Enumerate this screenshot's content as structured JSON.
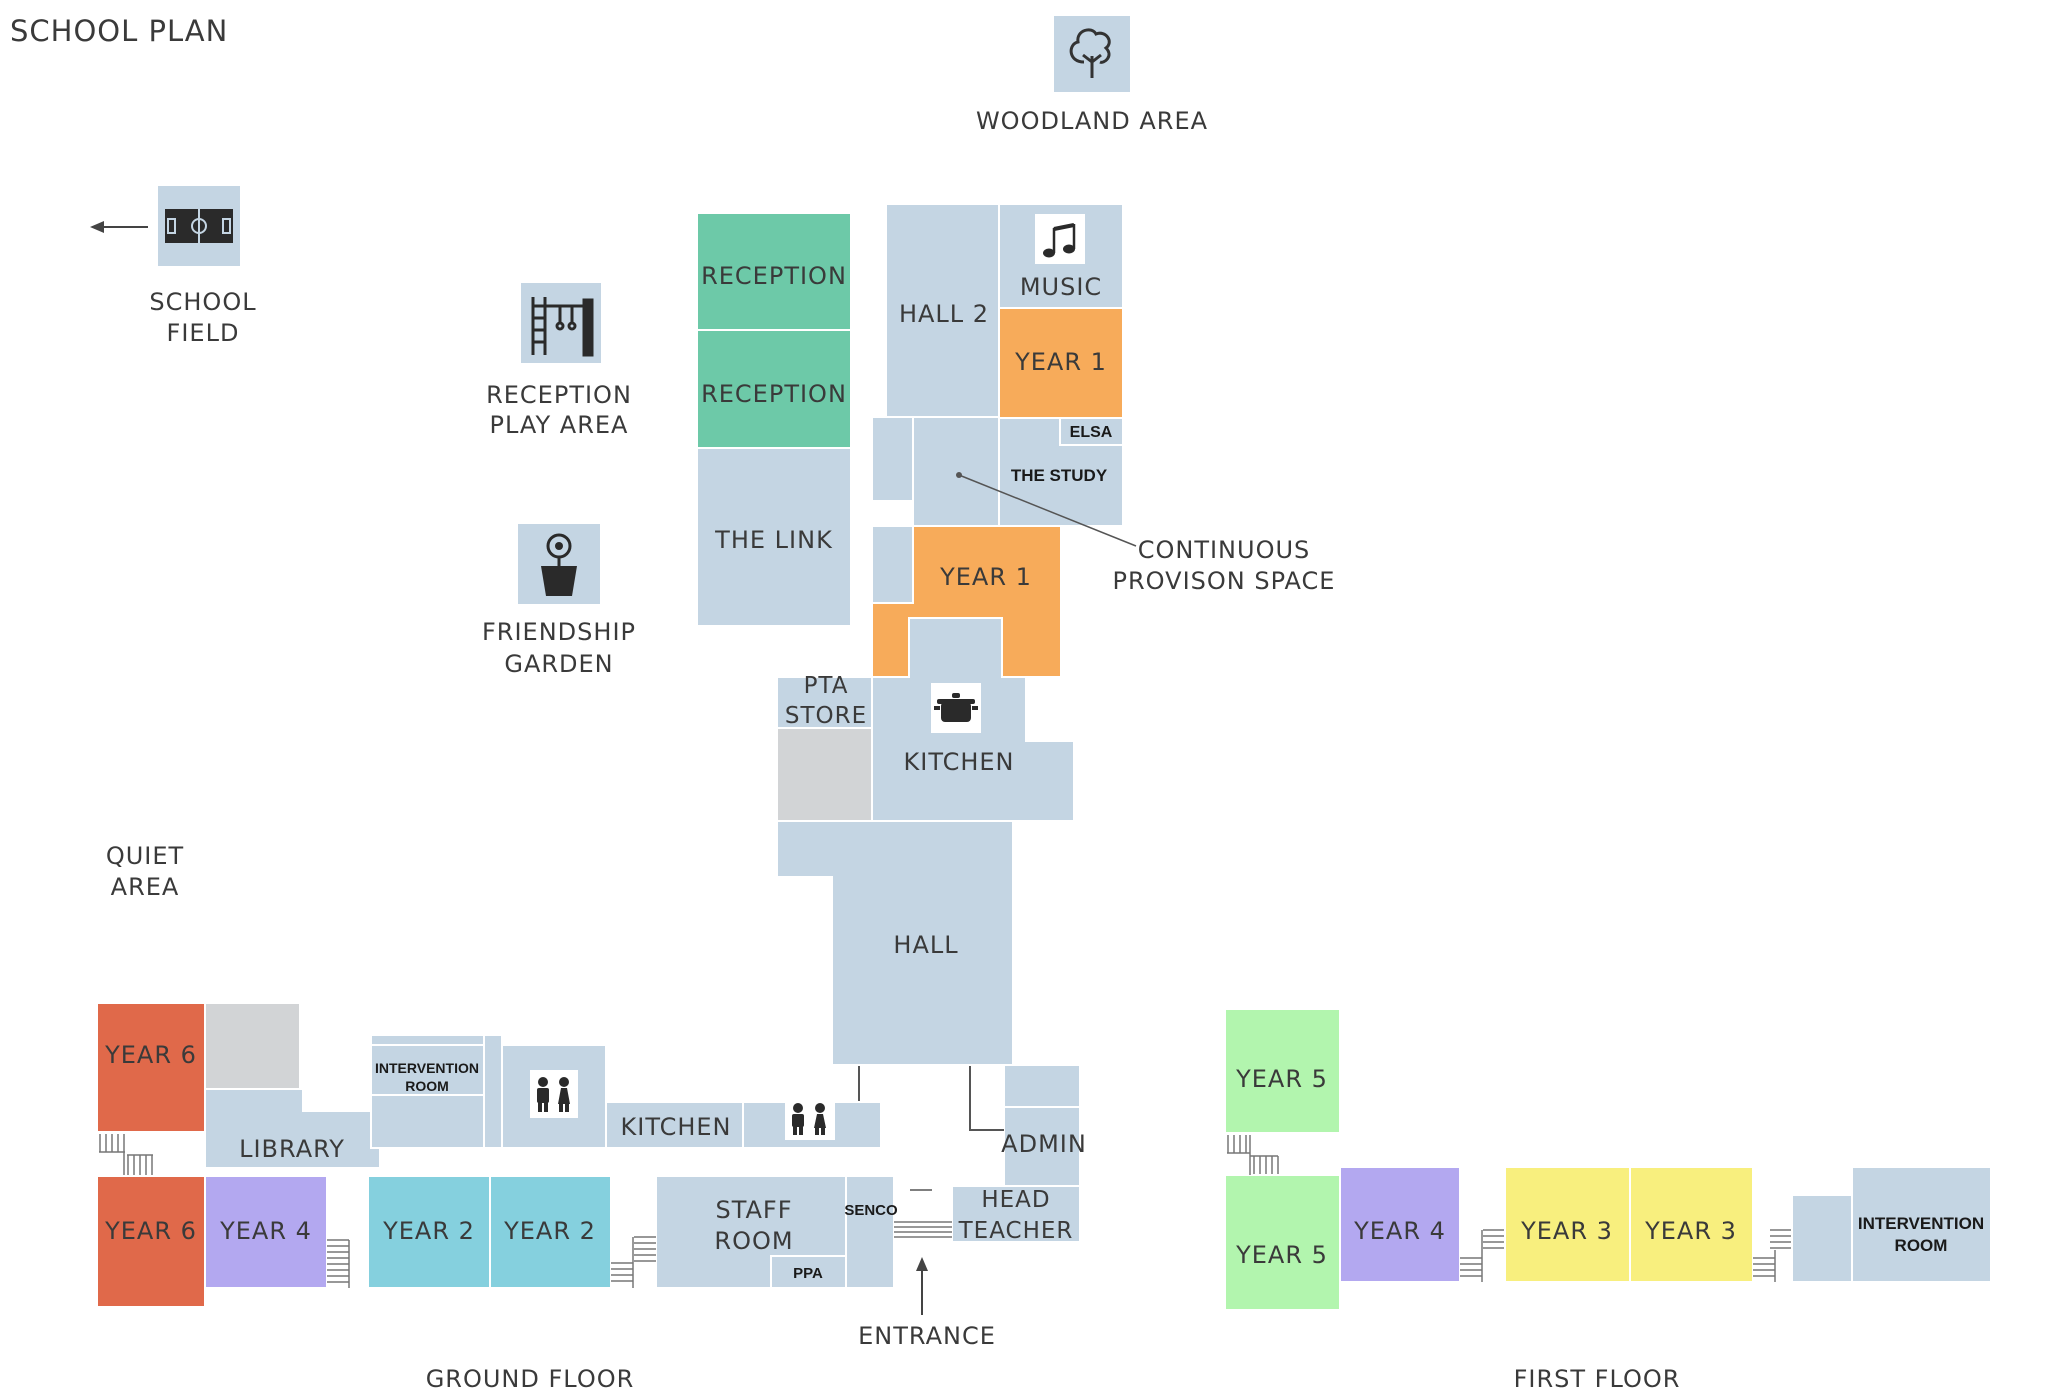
{
  "title": "SCHOOL PLAN",
  "colors": {
    "room": "#c4d5e3",
    "reception": "#6dc9a8",
    "year1": "#f7ab5a",
    "year6": "#e0694a",
    "year4": "#b3a8f0",
    "year2": "#85d0de",
    "year3": "#f8ef7e",
    "year5": "#b2f5ae",
    "store": "#d2d4d6",
    "icon_bg": "#c4d5e3",
    "text": "#3a3a3a"
  },
  "outdoor": {
    "woodland": {
      "label": "WOODLAND AREA",
      "icon": "tree-icon"
    },
    "school_field": {
      "line1": "SCHOOL",
      "line2": "FIELD",
      "icon": "football-pitch-icon"
    },
    "reception_play": {
      "line1": "RECEPTION",
      "line2": "PLAY AREA",
      "icon": "climbing-frame-icon"
    },
    "friendship_garden": {
      "line1": "FRIENDSHIP",
      "line2": "GARDEN",
      "icon": "flower-pot-icon"
    },
    "quiet_area": {
      "line1": "QUIET",
      "line2": "AREA"
    }
  },
  "rooms": {
    "reception_1": "RECEPTION",
    "reception_2": "RECEPTION",
    "the_link": "THE LINK",
    "hall_2": "HALL 2",
    "music": "MUSIC",
    "year1_top": "YEAR 1",
    "elsa": "ELSA",
    "the_study": "THE STUDY",
    "year1_mid": "YEAR 1",
    "pta_line1": "PTA",
    "pta_line2": "STORE",
    "kitchen_main": "KITCHEN",
    "hall": "HALL",
    "admin": "ADMIN",
    "head_line1": "HEAD",
    "head_line2": "TEACHER",
    "senco": "SENCO",
    "staff_line1": "STAFF",
    "staff_line2": "ROOM",
    "ppa": "PPA",
    "kitchen_small": "KITCHEN",
    "intervention_gf_line1": "INTERVENTION",
    "intervention_gf_line2": "ROOM",
    "library": "LIBRARY",
    "year6_top": "YEAR 6",
    "year6_bottom": "YEAR 6",
    "year4_gf": "YEAR 4",
    "year2_a": "YEAR 2",
    "year2_b": "YEAR 2",
    "year5_top": "YEAR 5",
    "year5_bottom": "YEAR 5",
    "year4_ff": "YEAR 4",
    "year3_a": "YEAR 3",
    "year3_b": "YEAR 3",
    "intervention_ff_line1": "INTERVENTION",
    "intervention_ff_line2": "ROOM"
  },
  "annotations": {
    "continuous_line1": "CONTINUOUS",
    "continuous_line2": "PROVISON SPACE",
    "entrance": "ENTRANCE"
  },
  "floors": {
    "ground": "GROUND FLOOR",
    "first": "FIRST FLOOR"
  }
}
